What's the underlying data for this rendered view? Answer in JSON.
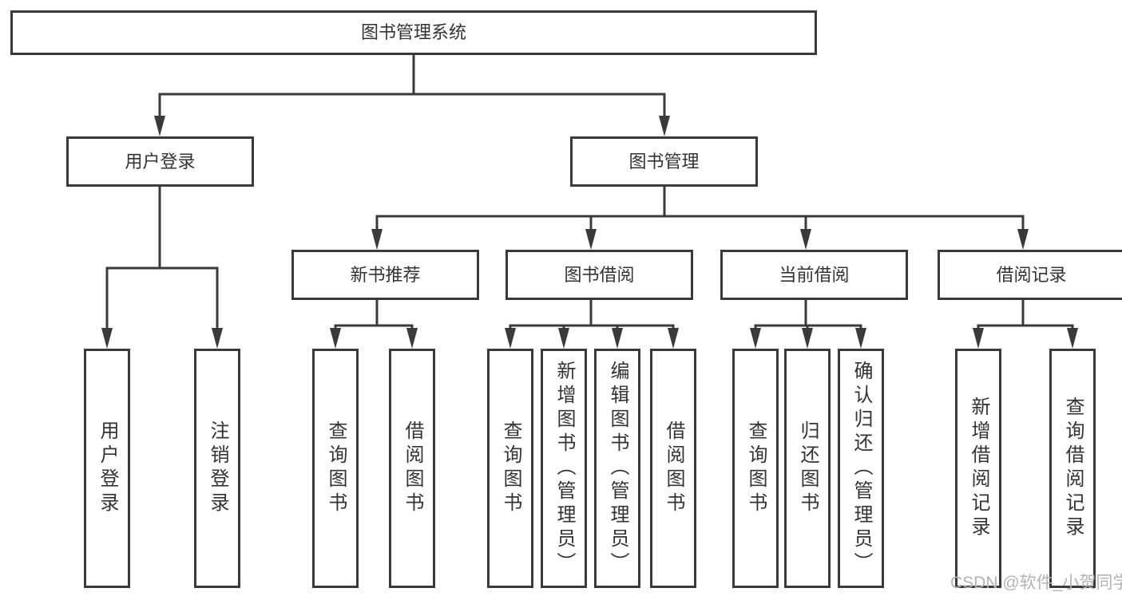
{
  "diagram": {
    "title": "图书管理系统",
    "level2": [
      {
        "id": "user-login",
        "label": "用户登录",
        "parent": "图书管理系统"
      },
      {
        "id": "book-management",
        "label": "图书管理",
        "parent": "图书管理系统"
      }
    ],
    "level3": [
      {
        "id": "new-book-recommend",
        "label": "新书推荐",
        "parent": "图书管理"
      },
      {
        "id": "book-borrowing",
        "label": "图书借阅",
        "parent": "图书管理"
      },
      {
        "id": "current-borrowing",
        "label": "当前借阅",
        "parent": "图书管理"
      },
      {
        "id": "borrowing-records",
        "label": "借阅记录",
        "parent": "图书管理"
      }
    ],
    "leaves": [
      {
        "id": "user-login-leaf",
        "label": "用户登录",
        "parent": "用户登录"
      },
      {
        "id": "logout",
        "label": "注销登录",
        "parent": "用户登录"
      },
      {
        "id": "query-books-recommend",
        "label": "查询图书",
        "parent": "新书推荐"
      },
      {
        "id": "borrow-books-recommend",
        "label": "借阅图书",
        "parent": "新书推荐"
      },
      {
        "id": "query-books-borrowing",
        "label": "查询图书",
        "parent": "图书借阅"
      },
      {
        "id": "add-books-admin",
        "label": "新增图书（管理员）",
        "parent": "图书借阅"
      },
      {
        "id": "edit-books-admin",
        "label": "编辑图书（管理员）",
        "parent": "图书借阅"
      },
      {
        "id": "borrow-books-borrowing",
        "label": "借阅图书",
        "parent": "图书借阅"
      },
      {
        "id": "query-books-current",
        "label": "查询图书",
        "parent": "当前借阅"
      },
      {
        "id": "return-books",
        "label": "归还图书",
        "parent": "当前借阅"
      },
      {
        "id": "confirm-return-admin",
        "label": "确认归还（管理员）",
        "parent": "当前借阅"
      },
      {
        "id": "add-borrow-record",
        "label": "新增借阅记录",
        "parent": "借阅记录"
      },
      {
        "id": "query-borrow-record",
        "label": "查询借阅记录",
        "parent": "借阅记录"
      }
    ],
    "watermark": "CSDN @软件_小贺同学",
    "colors": {
      "line": "#3a3a3a",
      "text": "#333333",
      "box_background": "#ffffff",
      "watermark": "#b3b3b3"
    }
  }
}
